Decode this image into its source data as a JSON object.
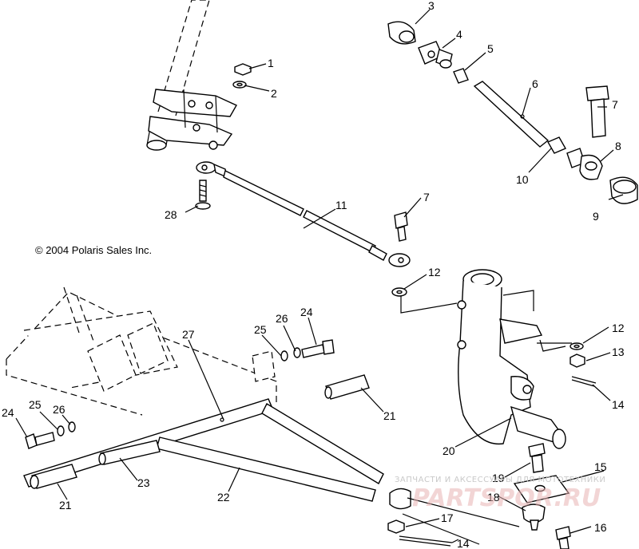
{
  "copyright": "© 2004 Polaris Sales Inc.",
  "watermark": {
    "line1": "ЗАПЧАСТИ И АКСЕССУАРЫ ДЛЯ МОТОТЕХНИКИ",
    "line2": "PARTSPOR.RU"
  },
  "callouts": [
    {
      "id": "c1",
      "label": "1"
    },
    {
      "id": "c2",
      "label": "2"
    },
    {
      "id": "c3",
      "label": "3"
    },
    {
      "id": "c4",
      "label": "4"
    },
    {
      "id": "c5",
      "label": "5"
    },
    {
      "id": "c6",
      "label": "6"
    },
    {
      "id": "c7a",
      "label": "7"
    },
    {
      "id": "c8",
      "label": "8"
    },
    {
      "id": "c9",
      "label": "9"
    },
    {
      "id": "c10",
      "label": "10"
    },
    {
      "id": "c11",
      "label": "11"
    },
    {
      "id": "c7b",
      "label": "7"
    },
    {
      "id": "c28",
      "label": "28"
    },
    {
      "id": "c12a",
      "label": "12"
    },
    {
      "id": "c12b",
      "label": "12"
    },
    {
      "id": "c13",
      "label": "13"
    },
    {
      "id": "c14a",
      "label": "14"
    },
    {
      "id": "c27",
      "label": "27"
    },
    {
      "id": "c25a",
      "label": "25"
    },
    {
      "id": "c26a",
      "label": "26"
    },
    {
      "id": "c24a",
      "label": "24"
    },
    {
      "id": "c24b",
      "label": "24"
    },
    {
      "id": "c25b",
      "label": "25"
    },
    {
      "id": "c26b",
      "label": "26"
    },
    {
      "id": "c21a",
      "label": "21"
    },
    {
      "id": "c21b",
      "label": "21"
    },
    {
      "id": "c20",
      "label": "20"
    },
    {
      "id": "c23",
      "label": "23"
    },
    {
      "id": "c22",
      "label": "22"
    },
    {
      "id": "c19",
      "label": "19"
    },
    {
      "id": "c15",
      "label": "15"
    },
    {
      "id": "c18",
      "label": "18"
    },
    {
      "id": "c17",
      "label": "17"
    },
    {
      "id": "c16",
      "label": "16"
    },
    {
      "id": "c14b",
      "label": "14"
    }
  ]
}
